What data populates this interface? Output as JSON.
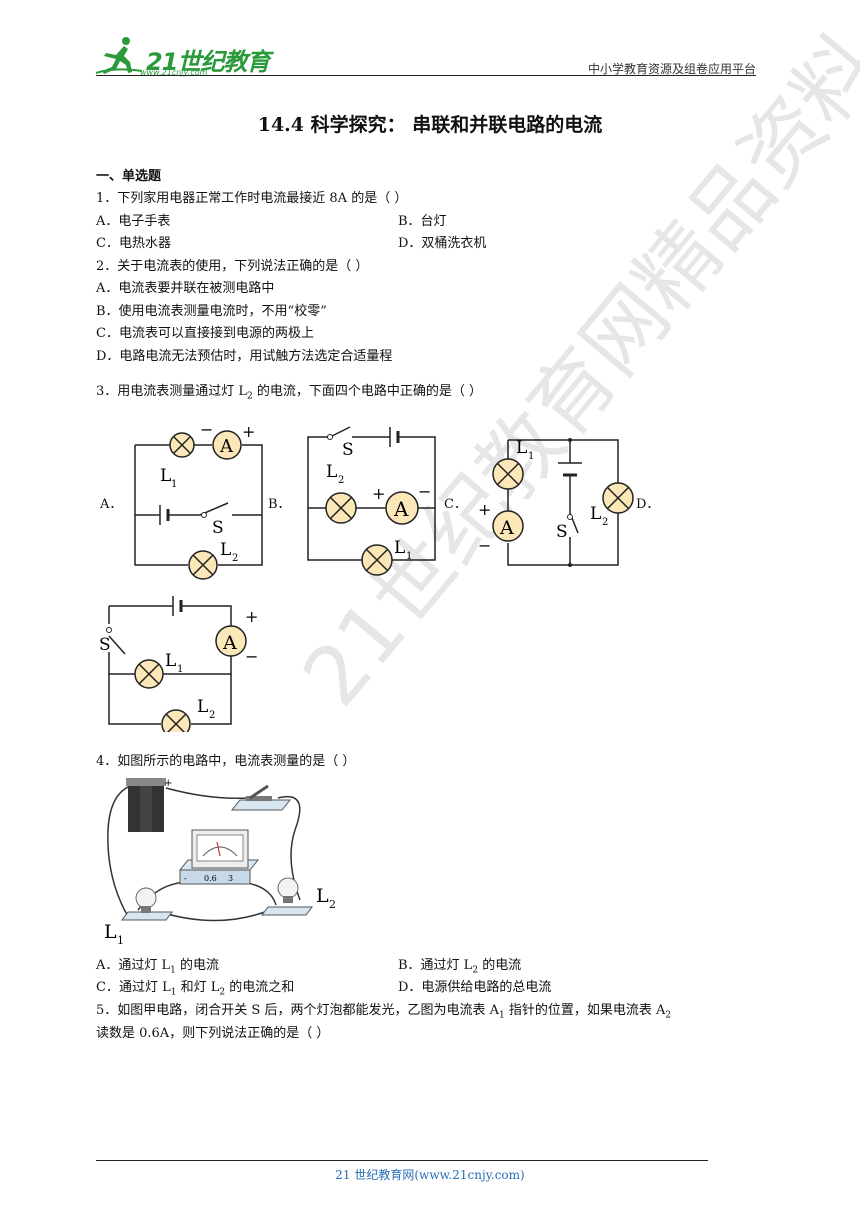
{
  "header": {
    "logo_text": "21世纪教育",
    "logo_url": "www.21cnjy.com",
    "platform": "中小学教育资源及组卷应用平台"
  },
  "title": "14.4 科学探究：  串联和并联电路的电流",
  "section1": "一、单选题",
  "q1": {
    "stem": "1．下列家用电器正常工作时电流最接近 8A 的是（        ）",
    "a": "A．电子手表",
    "b": "B．台灯",
    "c": "C．电热水器",
    "d": "D．双桶洗衣机"
  },
  "q2": {
    "stem": "2．关于电流表的使用，下列说法正确的是（        ）",
    "a": "A．电流表要并联在被测电路中",
    "b": "B．使用电流表测量电流时，不用“校零”",
    "c": "C．电流表可以直接接到电源的两极上",
    "d": "D．电路电流无法预估时，用试触方法选定合适量程"
  },
  "q3": {
    "stem_pre": "3．用电流表测量通过灯 L",
    "stem_sub": "2",
    "stem_post": " 的电流，下面四个电路中正确的是（        ）",
    "la": "A．",
    "lb": "B．",
    "lc": "C．",
    "ld": "D．"
  },
  "q4": {
    "stem": "4．如图所示的电路中，电流表测量的是（        ）",
    "a_pre": "A．通过灯 L",
    "a_sub": "1",
    "a_post": " 的电流",
    "b_pre": "B．通过灯 L",
    "b_sub": "2",
    "b_post": " 的电流",
    "c_pre": "C．通过灯 L",
    "c_sub1": "1",
    "c_mid": " 和灯 L",
    "c_sub2": "2",
    "c_post": " 的电流之和",
    "d": "D．电源供给电路的总电流"
  },
  "q5": {
    "line1_pre": "5．如图甲电路，闭合开关 S 后，两个灯泡都能发光，乙图为电流表 A",
    "line1_sub1": "1",
    "line1_mid": " 指针的位置，如果电流表 A",
    "line1_sub2": "2",
    "line2": "读数是 0.6A，则下列说法正确的是（        ）"
  },
  "watermark": "21世纪教育网精品资料",
  "footer": "21 世纪教育网(www.21cnjy.com)",
  "diagram_labels": {
    "A": "A",
    "S": "S",
    "L": "L",
    "one": "1",
    "two": "2",
    "plus": "+",
    "minus": "−",
    "meter_06": "0.6",
    "meter_3": "3",
    "meter_minus": "-"
  },
  "colors": {
    "lamp_fill": "#fbe7b8",
    "logo_green": "#2a9a3a",
    "footer_blue": "#2a6fb5"
  }
}
